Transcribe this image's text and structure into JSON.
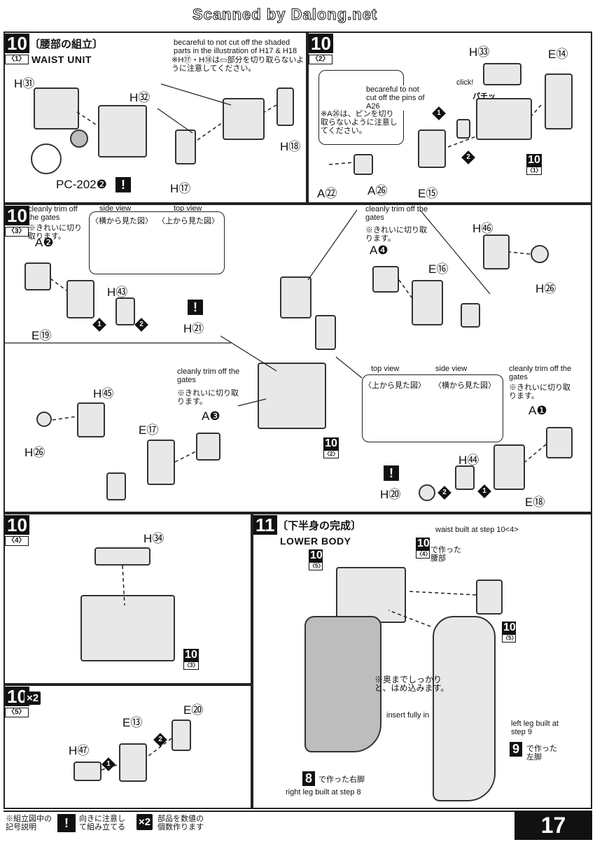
{
  "header": {
    "watermark": "Scanned by Dalong.net"
  },
  "step10_1": {
    "num": "10",
    "sub": "〈1〉",
    "title_jp": "〔腰部の組立〕",
    "title_en": "WAIST UNIT",
    "note_en": "becareful to not cut off the shaded parts in the illustration of H17 & H18",
    "note_jp": "※H⑰・H⑱は▭部分を切り取らないように注意してください。",
    "parts": [
      "H㉛",
      "H㉜",
      "PC-202❷",
      "H⑱",
      "H⑰"
    ]
  },
  "step10_2": {
    "num": "10",
    "sub": "〈2〉",
    "note_en": "becareful to not cut off the pins of A26",
    "note_jp": "※A㉖は、ピンを切り取らないように注意してください。",
    "click": "click!",
    "click_jp": "パチッ",
    "parts": [
      "H㉝",
      "E⑭",
      "E⑮",
      "A㉒",
      "A㉖"
    ],
    "ref": {
      "n": "10",
      "s": "〈1〉"
    }
  },
  "step10_3": {
    "num": "10",
    "sub": "〈3〉",
    "trim_en": "cleanly trim off the gates",
    "trim_jp": "※きれいに切り取ります。",
    "side_view": "side view",
    "top_view": "top view",
    "side_view_jp": "〈横から見た図〉",
    "top_view_jp": "〈上から見た図〉",
    "parts_left": [
      "A❷",
      "E⑲",
      "H㊸",
      "H㉑"
    ],
    "parts_right": [
      "A❹",
      "E⑯",
      "H㊻",
      "H㉖"
    ],
    "parts_lower_left": [
      "H㊺",
      "H㉖",
      "E⑰",
      "A❸"
    ],
    "parts_lower_right": [
      "A❶",
      "E⑱",
      "H㊹",
      "H⑳"
    ],
    "ref": {
      "n": "10",
      "s": "〈2〉"
    }
  },
  "step10_4": {
    "num": "10",
    "sub": "〈4〉",
    "parts": [
      "H㉞"
    ],
    "ref": {
      "n": "10",
      "s": "〈3〉"
    }
  },
  "step10_5": {
    "num": "10",
    "sub": "〈5〉",
    "mult": "×2",
    "parts": [
      "E⑳",
      "E⑬",
      "H㊼"
    ]
  },
  "step11": {
    "num": "11",
    "title_jp": "〔下半身の完成〕",
    "title_en": "LOWER BODY",
    "waist_en": "waist built at step 10<4>",
    "waist_jp": "で作った腰部",
    "insert_en": "insert fully in",
    "insert_jp": "※奥までしっかりと、はめ込みます。",
    "left_leg_en": "left leg built at step 9",
    "left_leg_jp": "で作った左脚",
    "right_leg_en": "right leg built at step 8",
    "right_leg_jp": "で作った右脚",
    "refs": {
      "r10_5a": {
        "n": "10",
        "s": "〈5〉"
      },
      "r10_4": {
        "n": "10",
        "s": "〈4〉"
      },
      "r10_5b": {
        "n": "10",
        "s": "〈5〉"
      },
      "r9": "9",
      "r8": "8"
    }
  },
  "legend": {
    "label": "※組立図中の記号説明",
    "warn_text": "向きに注意して組み立てる",
    "mult_icon": "×2",
    "mult_text": "部品を数値の個数作ります"
  },
  "page_number": "17"
}
